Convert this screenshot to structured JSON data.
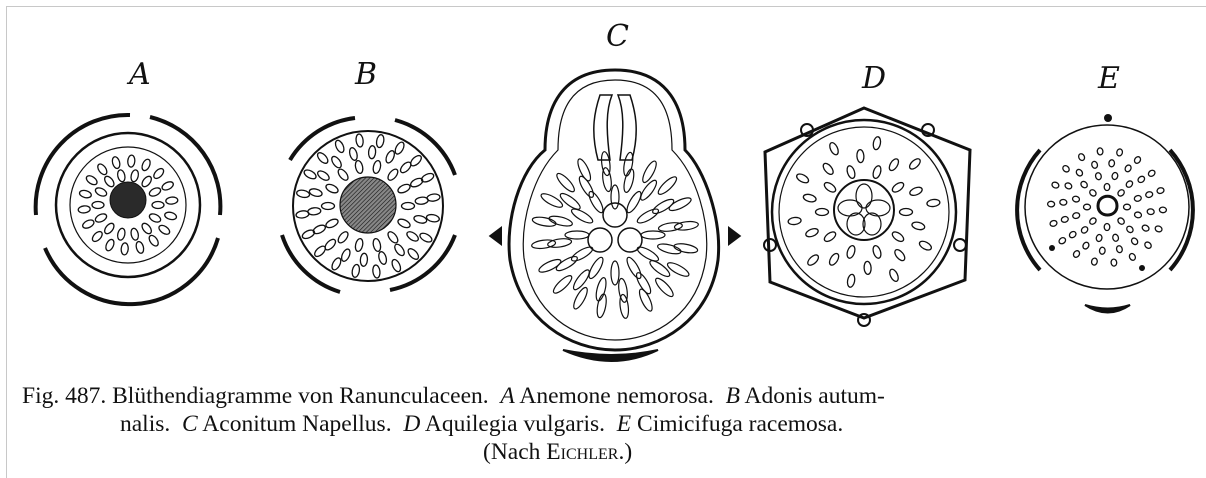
{
  "labels": {
    "a": "A",
    "b": "B",
    "c": "C",
    "d": "D",
    "e": "E"
  },
  "caption": {
    "fig": "Fig. 487.",
    "title": "Blüthendiagramme von Ranunculaceen.",
    "a_key": "A",
    "a_name": "Anemone nemorosa.",
    "b_key": "B",
    "b_name_part1": "Adonis autum-",
    "b_name_part2": "nalis.",
    "c_key": "C",
    "c_name": "Aconitum Napellus.",
    "d_key": "D",
    "d_name": "Aquilegia vulgaris.",
    "e_key": "E",
    "e_name": "Cimicifuga racemosa.",
    "source_open": "(Nach",
    "source_name": "Eichler",
    "source_close": ".)"
  }
}
